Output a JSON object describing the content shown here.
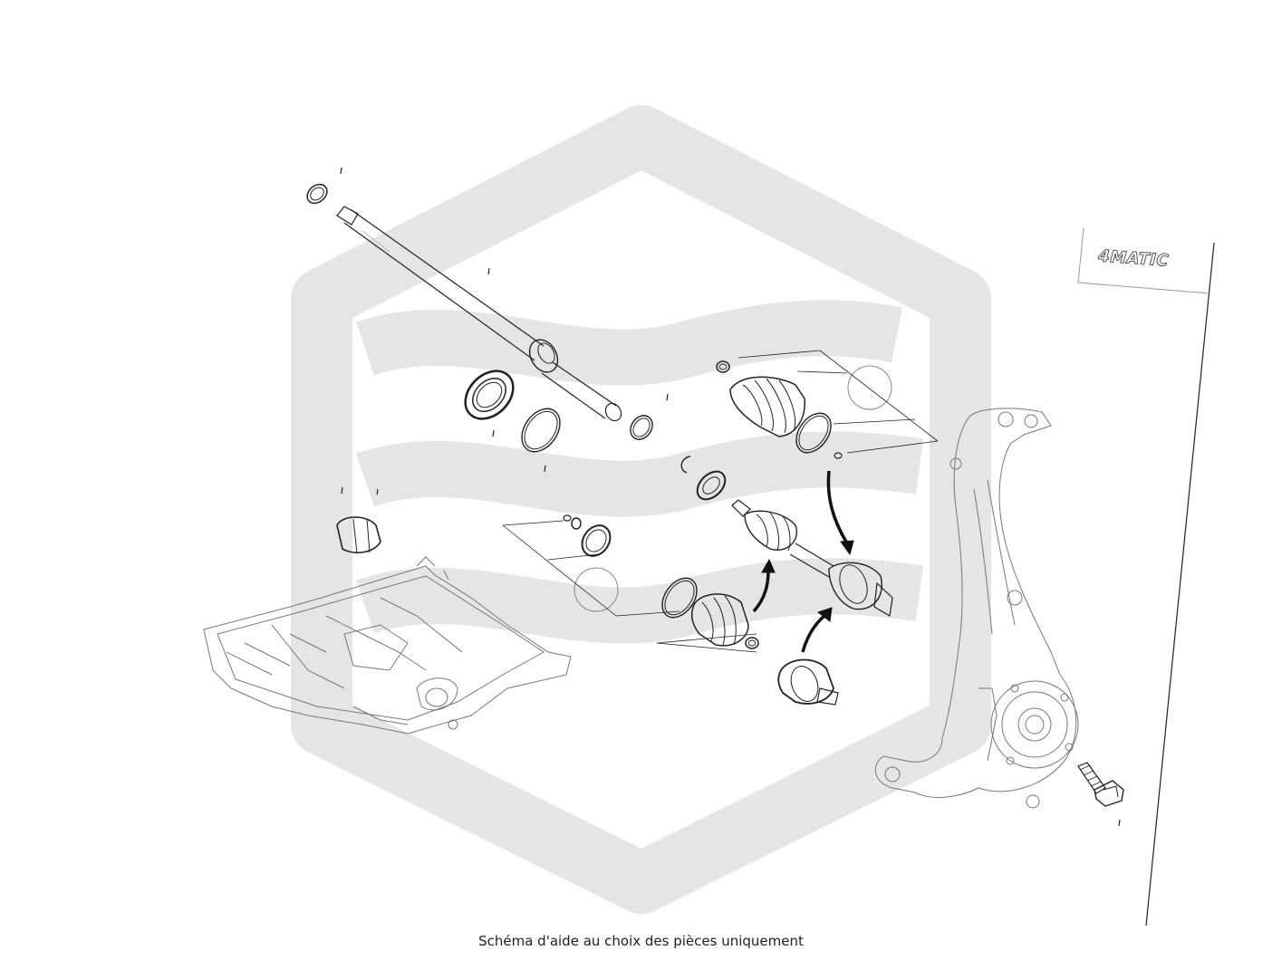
{
  "caption": "Schéma d'aide au choix des pièces uniquement",
  "badge": {
    "text": "4MATIC"
  },
  "watermark": {
    "icon": "hexagon-logo-watermark-icon",
    "color": "#e5e5e5"
  },
  "colors": {
    "line": "#222222",
    "light_line": "#bdbdbd",
    "background": "#ffffff"
  },
  "callout_marks": [
    "I",
    "I",
    "I",
    "I",
    "I",
    "I",
    "I",
    "I"
  ]
}
